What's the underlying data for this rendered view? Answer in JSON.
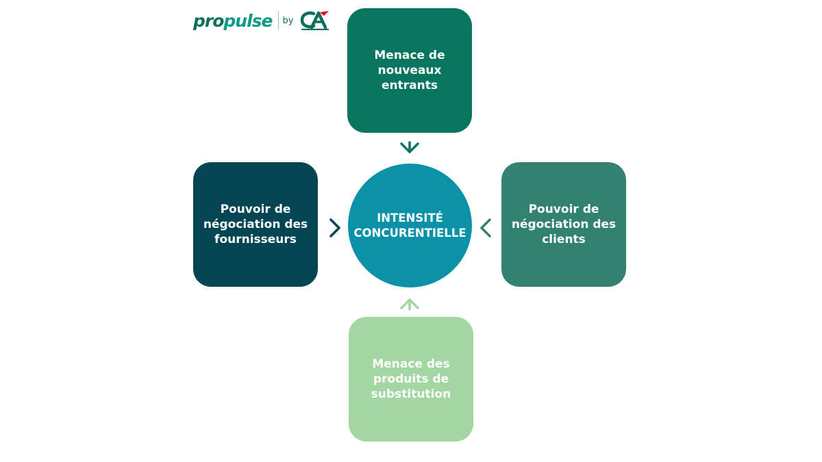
{
  "logo": {
    "pro": "pro",
    "pulse": "pulse",
    "by": "by",
    "ca_text": "CA",
    "colors": {
      "dark_green": "#0d6f5b",
      "light_green": "#0f9a85",
      "red": "#e2001a"
    }
  },
  "diagram": {
    "center": {
      "label": "INTENSITÉ\nCONCURENTIELLE",
      "color": "#0b92a8"
    },
    "forces": [
      {
        "id": "top",
        "label": "Menace de\nnouveaux\nentrants",
        "color": "#08765f",
        "arrow_icon": "chevron-down-icon",
        "arrow_color": "#08765f"
      },
      {
        "id": "left",
        "label": "Pouvoir de\nnégociation des\nfournisseurs",
        "color": "#044553",
        "arrow_icon": "chevron-right-icon",
        "arrow_color": "#044553"
      },
      {
        "id": "right",
        "label": "Pouvoir de\nnégociation des\nclients",
        "color": "#328272",
        "arrow_icon": "chevron-left-icon",
        "arrow_color": "#328272"
      },
      {
        "id": "bottom",
        "label": "Menace des\nproduits de\nsubstitution",
        "color": "#a3d6a2",
        "arrow_icon": "chevron-up-icon",
        "arrow_color": "#a3d6a2"
      }
    ]
  }
}
